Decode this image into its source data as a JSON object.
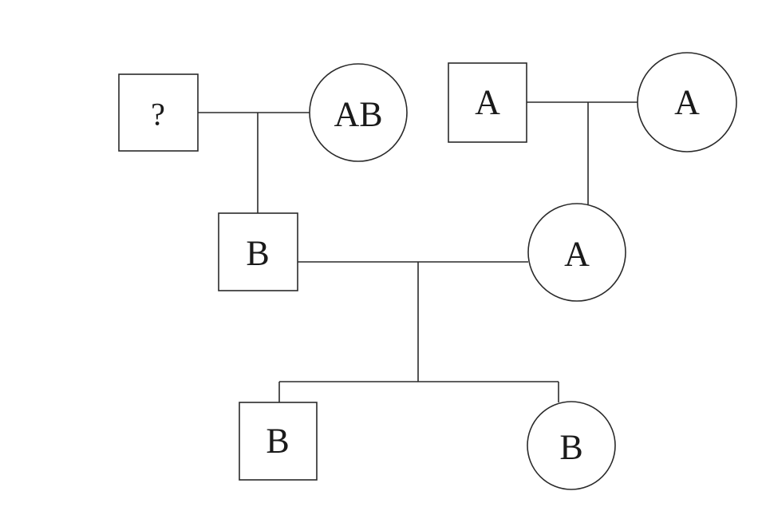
{
  "diagram": {
    "type": "pedigree",
    "individuals": {
      "gp1_father": {
        "sex": "male",
        "label": "?"
      },
      "gp1_mother": {
        "sex": "female",
        "label": "AB"
      },
      "gp2_father": {
        "sex": "male",
        "label": "A"
      },
      "gp2_mother": {
        "sex": "female",
        "label": "A"
      },
      "father": {
        "sex": "male",
        "label": "B"
      },
      "mother": {
        "sex": "female",
        "label": "A"
      },
      "son": {
        "sex": "male",
        "label": "B"
      },
      "daughter": {
        "sex": "female",
        "label": "B"
      }
    },
    "relationships": [
      {
        "partners": [
          "gp1_father",
          "gp1_mother"
        ],
        "children": [
          "father"
        ]
      },
      {
        "partners": [
          "gp2_father",
          "gp2_mother"
        ],
        "children": [
          "mother"
        ]
      },
      {
        "partners": [
          "father",
          "mother"
        ],
        "children": [
          "son",
          "daughter"
        ]
      }
    ]
  }
}
